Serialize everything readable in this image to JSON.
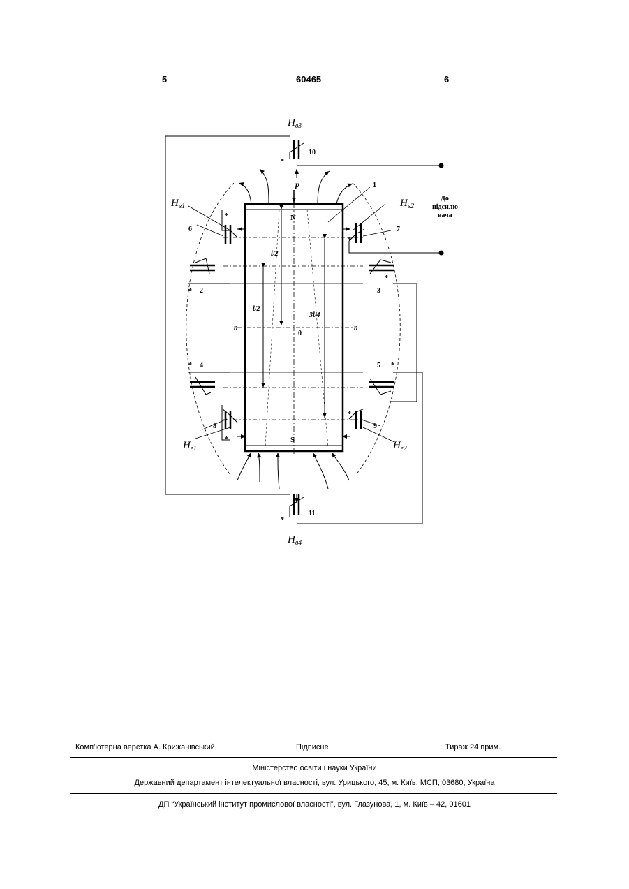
{
  "header": {
    "left": "5",
    "center": "60465",
    "right": "6"
  },
  "diagram": {
    "labels": {
      "n1": "1",
      "n2": "2",
      "n3": "3",
      "n4": "4",
      "n5": "5",
      "n6": "6",
      "n7": "7",
      "n8": "8",
      "n9": "9",
      "n10": "10",
      "n11": "11",
      "north": "N",
      "south": "S",
      "center": "0",
      "n_left": "n",
      "n_right": "n",
      "p": "p",
      "l2a": "l/2",
      "l2b": "l/2",
      "l34": "3l/4",
      "hv1": "H",
      "hv1_sub": "в1",
      "hv2": "H",
      "hv2_sub": "в2",
      "hv3": "H",
      "hv3_sub": "в3",
      "hv4": "H",
      "hv4_sub": "в4",
      "hg1": "H",
      "hg1_sub": "г1",
      "hg2": "H",
      "hg2_sub": "г2",
      "to1": "До",
      "to2": "підсилю-",
      "to3": "вача",
      "star": "*"
    }
  },
  "footer": {
    "layout": "Комп’ютерна верстка А. Крижанівський",
    "signed": "Підписне",
    "print_run": "Тираж 24 прим.",
    "ministry": "Міністерство освіти і науки України",
    "department": "Державний департамент інтелектуальної власності, вул. Урицького, 45, м. Київ, МСП, 03680, Україна",
    "institute": "ДП “Український інститут промислової власності”, вул. Глазунова, 1, м. Київ – 42, 01601"
  }
}
